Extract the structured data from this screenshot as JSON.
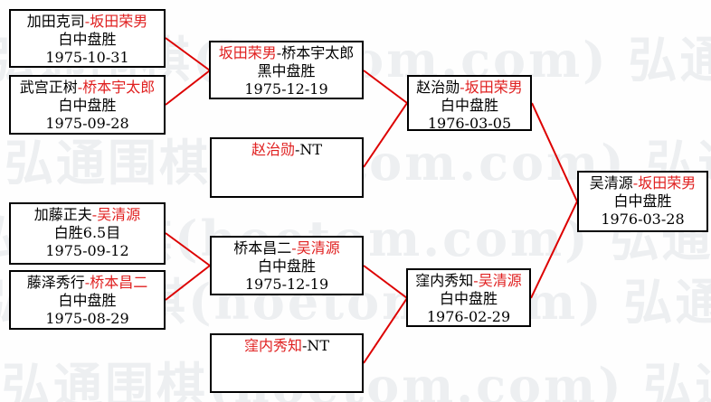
{
  "colors": {
    "winner_red": "#e02020",
    "connector_red": "#dd0000",
    "box_border": "#000000",
    "watermark_gray": "#edeff1",
    "background": "#ffffff"
  },
  "watermark": {
    "text": "弘通围棋(hoetom.com) 弘通",
    "site": "hoetom.com"
  },
  "bracket": {
    "round1": [
      {
        "black_part": "加田克司",
        "red_part": "-坂田荣男",
        "post_part": "",
        "result": "白中盘胜",
        "date": "1975-10-31"
      },
      {
        "black_part": "武宫正树",
        "red_part": "-桥本宇太郎",
        "post_part": "",
        "result": "白中盘胜",
        "date": "1975-09-28"
      },
      {
        "black_part": "加藤正夫",
        "red_part": "-吴清源",
        "post_part": "",
        "result": "白胜6.5目",
        "date": "1975-09-12"
      },
      {
        "black_part": "藤泽秀行",
        "red_part": "-桥本昌二",
        "post_part": "",
        "result": "白中盘胜",
        "date": "1975-08-29"
      }
    ],
    "round2": [
      {
        "black_part": "",
        "red_part": "坂田荣男",
        "post_part": "-桥本宇太郎",
        "result": "黑中盘胜",
        "date": "1975-12-19"
      },
      {
        "black_part": "",
        "red_part": "赵治勋",
        "post_part": "-NT",
        "result": "",
        "date": ""
      },
      {
        "black_part": "桥本昌二",
        "red_part": "-吴清源",
        "post_part": "",
        "result": "白中盘胜",
        "date": "1975-12-19"
      },
      {
        "black_part": "",
        "red_part": "窪内秀知",
        "post_part": "-NT",
        "result": "",
        "date": ""
      }
    ],
    "round3": [
      {
        "black_part": "赵治勋",
        "red_part": "-坂田荣男",
        "post_part": "",
        "result": "白中盘胜",
        "date": "1976-03-05"
      },
      {
        "black_part": "窪内秀知",
        "red_part": "-吴清源",
        "post_part": "",
        "result": "白中盘胜",
        "date": "1976-02-29"
      }
    ],
    "final": [
      {
        "black_part": "吴清源",
        "red_part": "-坂田荣男",
        "post_part": "",
        "result": "白中盘胜",
        "date": "1976-03-28"
      }
    ]
  }
}
